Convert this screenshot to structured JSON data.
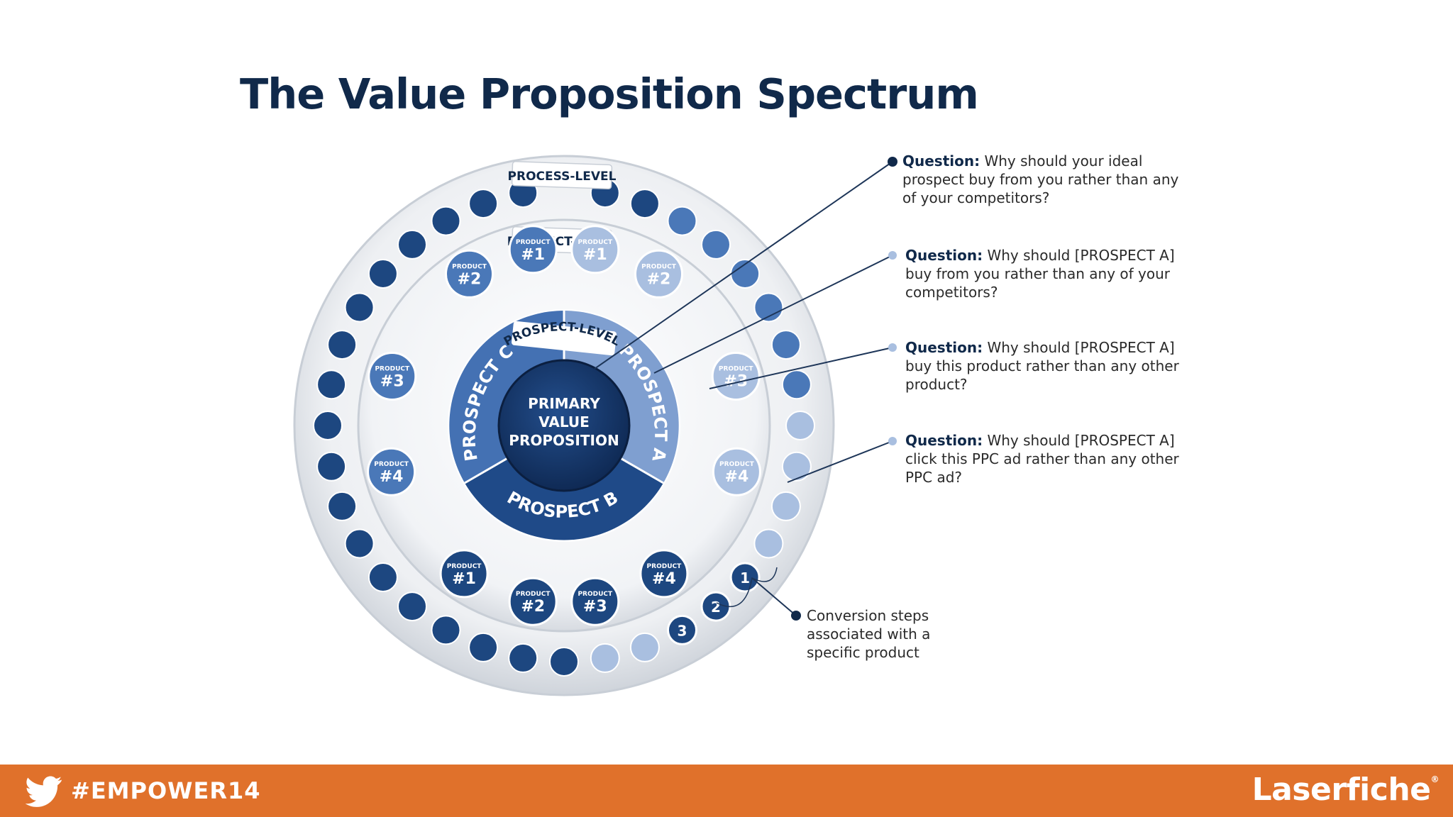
{
  "title": "The Value Proposition Spectrum",
  "diagram": {
    "process_level": "PROCESS-LEVEL",
    "product_level": "PRODUCT-LEVEL",
    "prospect_level": "PROSPECT-LEVEL",
    "center": [
      "PRIMARY",
      "VALUE",
      "PROPOSITION"
    ],
    "prospects": [
      "PROSPECT A",
      "PROSPECT B",
      "PROSPECT C"
    ],
    "product_word": "PRODUCT",
    "product_numbers": [
      "#1",
      "#2",
      "#3",
      "#4"
    ],
    "conversion_steps": [
      "1",
      "2",
      "3"
    ]
  },
  "questions": [
    {
      "label": "Question:",
      "text": "Why should your ideal prospect buy from you rather than any of your competitors?"
    },
    {
      "label": "Question:",
      "text": "Why should [PROSPECT A] buy from you rather than any of your competitors?"
    },
    {
      "label": "Question:",
      "text": "Why should [PROSPECT A] buy this product rather than any other product?"
    },
    {
      "label": "Question:",
      "text": "Why should [PROSPECT A] click this PPC ad rather than any other PPC ad?"
    }
  ],
  "conversion_note": "Conversion steps associated with a specific product",
  "footer": {
    "hashtag": "#EMPOWER14",
    "brand": "Laserfiche",
    "brand_mark": "®"
  },
  "colors": {
    "navy": "#10294a",
    "dark_blue": "#1d4780",
    "mid_blue": "#4a78b8",
    "light_blue": "#a9bfe0",
    "footer_orange": "#e0712b"
  },
  "icons": [
    "twitter-bird-icon"
  ]
}
